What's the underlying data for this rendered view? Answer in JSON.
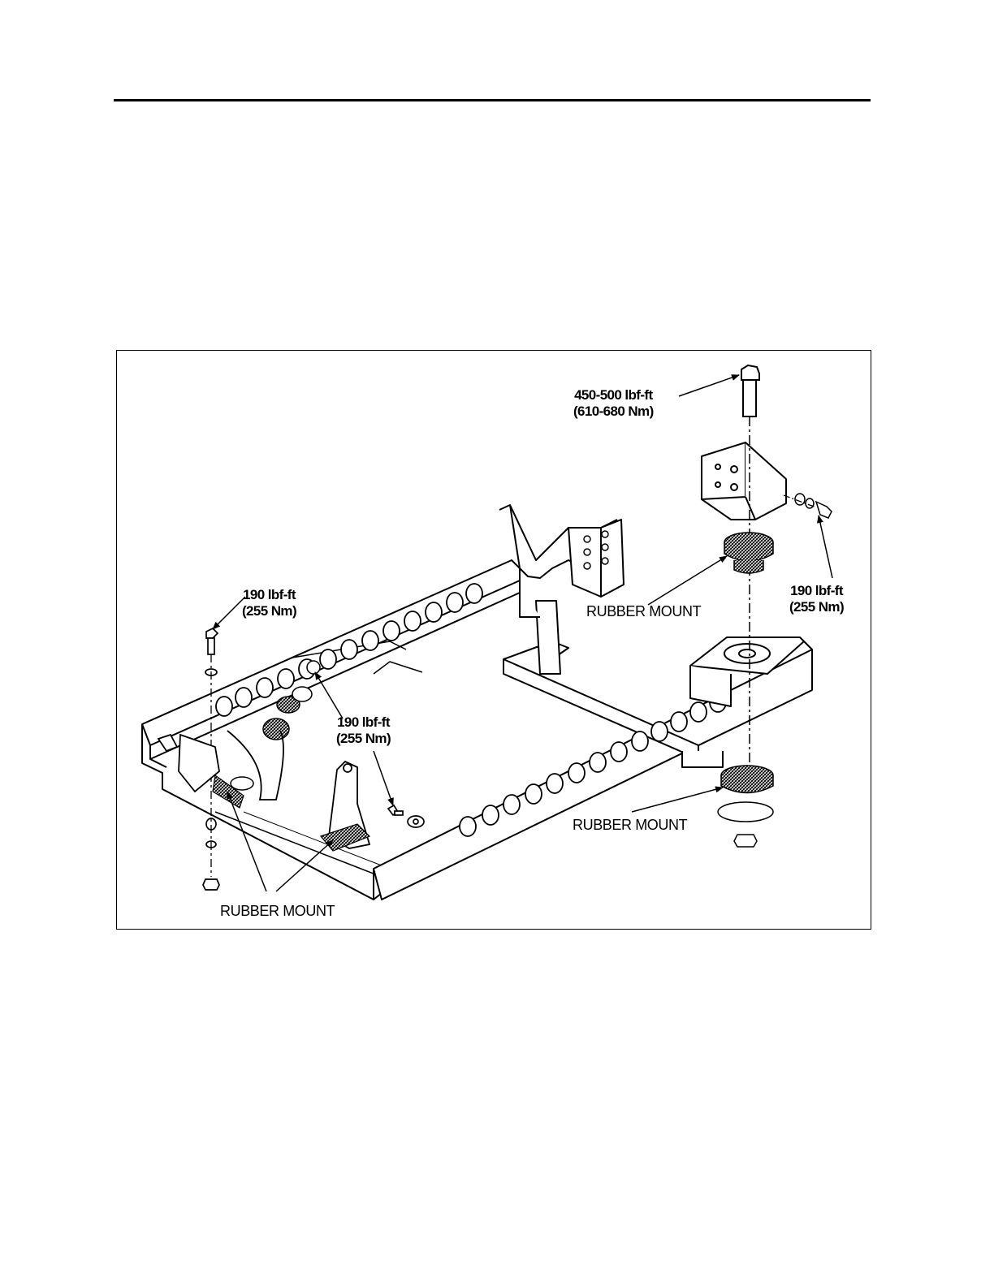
{
  "callouts": {
    "top_bolt": {
      "line1": "450-500 lbf-ft",
      "line2": "(610-680 Nm)"
    },
    "right_bolt": {
      "line1": "190 lbf-ft",
      "line2": "(255 Nm)"
    },
    "left_bolt": {
      "line1": "190 lbf-ft",
      "line2": "(255 Nm)"
    },
    "center_bolt": {
      "line1": "190 lbf-ft",
      "line2": "(255 Nm)"
    }
  },
  "mount_labels": {
    "upper_right": "RUBBER MOUNT",
    "lower_right": "RUBBER MOUNT",
    "bottom_left": "RUBBER MOUNT"
  }
}
